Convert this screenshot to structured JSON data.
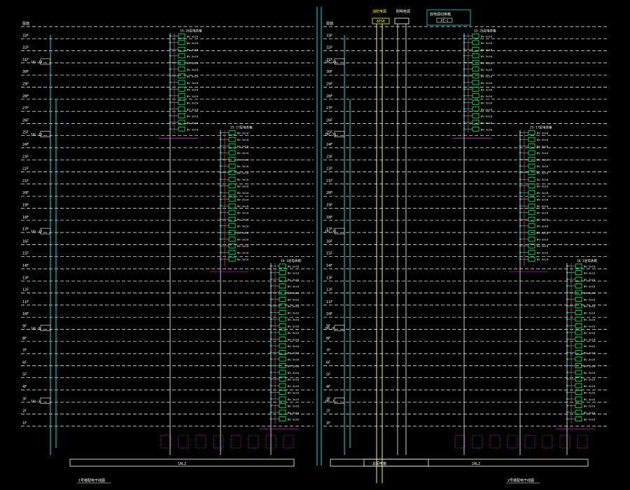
{
  "colors": {
    "background": "#000000",
    "floor_line": "#ffffff",
    "riser": "#00e5e5",
    "feeder": "#ffffff",
    "meter_box": "#00ff66",
    "breaker": "#ff3030",
    "annotation": "#ff30ff",
    "bus_label": "#ffff00",
    "text": "#ffffff"
  },
  "floor_labels": [
    "屋面",
    "33F",
    "32F",
    "31F",
    "30F",
    "29F",
    "28F",
    "27F",
    "26F",
    "25F",
    "24F",
    "23F",
    "22F",
    "21F",
    "20F",
    "19F",
    "18F",
    "17F",
    "16F",
    "15F",
    "14F",
    "13F",
    "12F",
    "11F",
    "10F",
    "9F",
    "8F",
    "7F",
    "6F",
    "5F",
    "4F",
    "3F",
    "2F",
    "1F"
  ],
  "left_tower": {
    "floor_tags": [
      {
        "text": "1AL-33",
        "row": 3
      },
      {
        "text": "1AL-25",
        "row": 9
      },
      {
        "text": "1AL-17",
        "row": 17
      },
      {
        "text": "1AL-9",
        "row": 25
      },
      {
        "text": "1AL-1",
        "row": 31
      }
    ],
    "groups": [
      {
        "header": "33-26层电表箱",
        "rows": [
          1,
          9
        ],
        "meter_text": "BV-3x10"
      },
      {
        "header": "25-17层电表箱",
        "rows": [
          9,
          20
        ],
        "meter_text": "BV-3x10"
      },
      {
        "header": "16-1层电表箱",
        "rows": [
          20,
          33
        ],
        "meter_text": "BV-3x10"
      }
    ],
    "bottom_box": "1ALZ"
  },
  "right_tower": {
    "floor_tags": [
      {
        "text": "2AL-33",
        "row": 3
      },
      {
        "text": "2AL-25",
        "row": 9
      },
      {
        "text": "2AL-17",
        "row": 17
      },
      {
        "text": "2AL-9",
        "row": 25
      },
      {
        "text": "2AL-1",
        "row": 31
      }
    ],
    "groups": [
      {
        "header": "33-26层电表箱",
        "rows": [
          1,
          9
        ],
        "meter_text": "BV-3x10"
      },
      {
        "header": "25-17层电表箱",
        "rows": [
          9,
          20
        ],
        "meter_text": "BV-3x10"
      },
      {
        "header": "16-1层电表箱",
        "rows": [
          20,
          33
        ],
        "meter_text": "BV-3x10"
      }
    ],
    "bottom_box": "2ALZ"
  },
  "top_center": {
    "bus_label_1": "消防电源",
    "bus_label_2": "照明电源",
    "box_label": "ATSE",
    "note": "双电源切换箱",
    "note_tag": "AT-1"
  },
  "bottom": {
    "left_caption": "1号楼配电干线图",
    "right_caption": "2号楼配电干线图",
    "center_label": "总配电箱"
  }
}
